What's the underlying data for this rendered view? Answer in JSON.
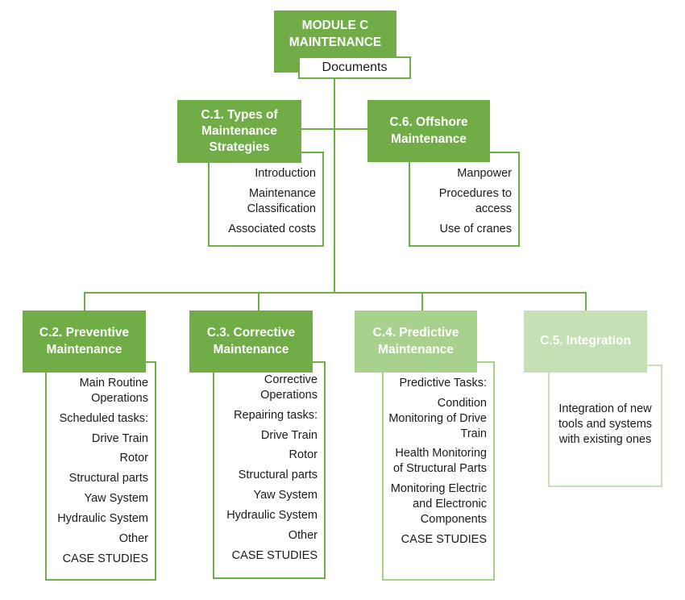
{
  "root": {
    "title": "MODULE C MAINTENANCE",
    "subtitle": "Documents"
  },
  "c1": {
    "title": "C.1. Types of Maintenance Strategies",
    "items": [
      "Introduction",
      "Maintenance Classification",
      "Associated costs"
    ]
  },
  "c6": {
    "title": "C.6. Offshore Maintenance",
    "items": [
      "Manpower",
      "Procedures to access",
      "Use of cranes"
    ]
  },
  "c2": {
    "title": "C.2. Preventive Maintenance",
    "items": [
      "Main Routine Operations",
      "Scheduled tasks:",
      "Drive Train",
      "Rotor",
      "Structural parts",
      "Yaw System",
      "Hydraulic System",
      "Other",
      "CASE STUDIES"
    ]
  },
  "c3": {
    "title": "C.3. Corrective Maintenance",
    "items": [
      "Corrective Operations",
      "Repairing tasks:",
      "Drive Train",
      "Rotor",
      "Structural parts",
      "Yaw System",
      "Hydraulic System",
      "Other",
      "CASE STUDIES"
    ]
  },
  "c4": {
    "title": "C.4. Predictive Maintenance",
    "items": [
      "Predictive Tasks:",
      "Condition Monitoring of Drive Train",
      "Health Monitoring of Structural Parts",
      "Monitoring Electric and Electronic Components",
      "CASE STUDIES"
    ]
  },
  "c5": {
    "title": "C.5. Integration",
    "items": [
      "Integration of new tools and systems with existing ones"
    ]
  },
  "colors": {
    "primary": "#70ad47",
    "light": "#a9d18e",
    "pale": "#c5e0b4"
  }
}
